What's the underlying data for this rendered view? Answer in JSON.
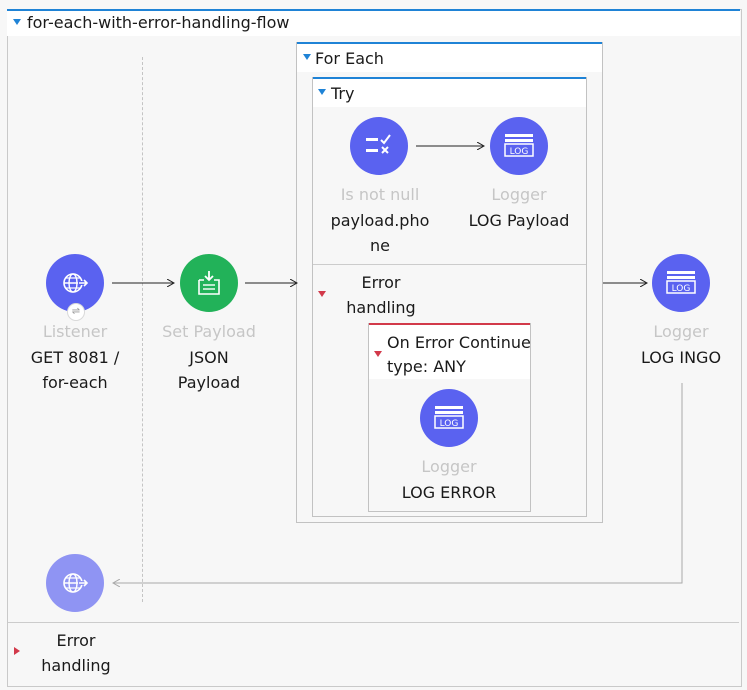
{
  "flow": {
    "title": "for-each-with-error-handling-flow"
  },
  "for_each": {
    "title": "For Each"
  },
  "try": {
    "title": "Try"
  },
  "inner_error_handling": {
    "label_line1": "Error",
    "label_line2": "handling"
  },
  "on_error_continue": {
    "title": "On Error Continue",
    "type_label": "type: ANY"
  },
  "components": {
    "listener": {
      "category": "Listener",
      "name_line1": "GET 8081 /",
      "name_line2": "for-each",
      "icon": "globe-arrow-icon",
      "color": "#5a62f0"
    },
    "set_payload": {
      "category": "Set Payload",
      "name_line1": "JSON",
      "name_line2": "Payload",
      "icon": "set-payload-icon",
      "color": "#22b259"
    },
    "is_not_null": {
      "category": "Is not null",
      "name_line1": "payload.pho",
      "name_line2": "ne",
      "icon": "validation-icon",
      "color": "#5a62f0"
    },
    "logger_payload": {
      "category": "Logger",
      "name_line1": "LOG Payload",
      "icon": "logger-icon",
      "color": "#5a62f0"
    },
    "logger_error": {
      "category": "Logger",
      "name_line1": "LOG ERROR",
      "icon": "logger-icon",
      "color": "#5a62f0"
    },
    "logger_ingo": {
      "category": "Logger",
      "name_line1": "LOG INGO",
      "icon": "logger-icon",
      "color": "#5a62f0"
    },
    "response": {
      "icon": "globe-arrow-icon",
      "color": "#8f94f3"
    }
  },
  "flow_error_handling": {
    "label_line1": "Error",
    "label_line2": "handling"
  }
}
